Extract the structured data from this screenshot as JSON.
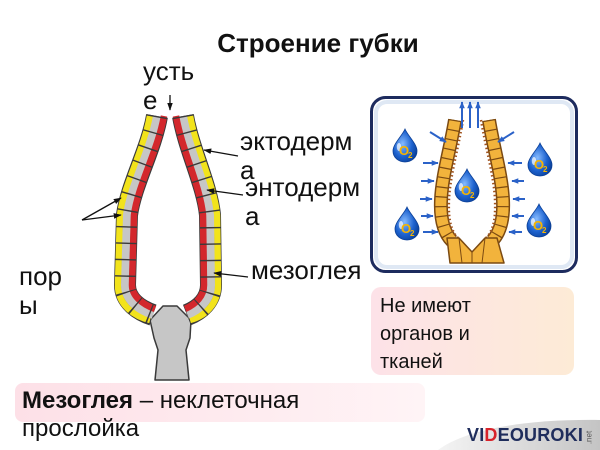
{
  "slide": {
    "title": "Строение губки",
    "labels": {
      "ostium": [
        "усть",
        "е"
      ],
      "ectoderm": [
        "эктодерм",
        "а"
      ],
      "entoderm": [
        "энтодерм",
        "а"
      ],
      "mesoglea": [
        "мезоглея"
      ],
      "pores": [
        "пор",
        "ы"
      ]
    },
    "note_box": {
      "text": "Не имеют органов и тканей"
    },
    "definition": {
      "term": "Мезоглея",
      "text": "– неклеточная прослойка"
    },
    "inset": {
      "oxygen_symbol": "O",
      "oxygen_subscript": "2"
    }
  },
  "logo": {
    "part_1": "VI",
    "part_2": "D",
    "part_3": "EOUROKI",
    "suffix": ".net"
  },
  "colors": {
    "ectoderm_yellow": "#f2e31b",
    "entoderm_red": "#d3272c",
    "mesoglea_gray": "#c6c6c6",
    "inset_cells_orange": "#f2b33c",
    "flow_arrow_blue": "#2b62c8",
    "inset_border_navy": "#1d2b5e",
    "logo_navy": "#1f2d5c",
    "logo_red": "#d8232a"
  }
}
